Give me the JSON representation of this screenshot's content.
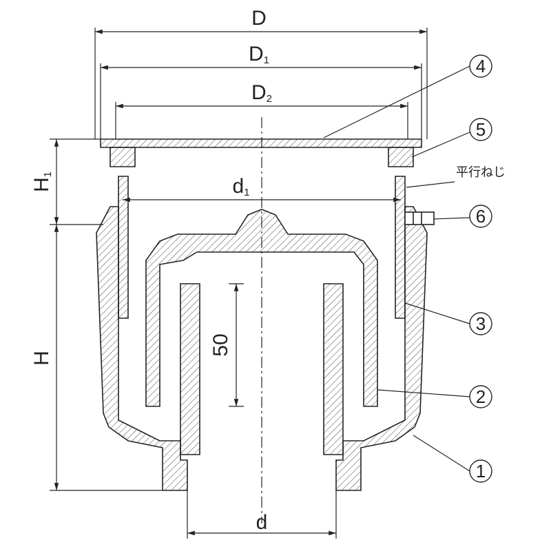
{
  "dimensions": {
    "D": {
      "main": "D",
      "sub": ""
    },
    "D1": {
      "main": "D",
      "sub": "1"
    },
    "D2": {
      "main": "D",
      "sub": "2"
    },
    "d1": {
      "main": "d",
      "sub": "1"
    },
    "H1": {
      "main": "H",
      "sub": "1"
    },
    "H": {
      "main": "H",
      "sub": ""
    },
    "depth": "50",
    "d": "d"
  },
  "callouts": [
    "1",
    "2",
    "3",
    "4",
    "5",
    "6"
  ],
  "thread_note": "平行ねじ",
  "colors": {
    "line": "#222222",
    "hatch": "#555555",
    "background": "#ffffff"
  }
}
